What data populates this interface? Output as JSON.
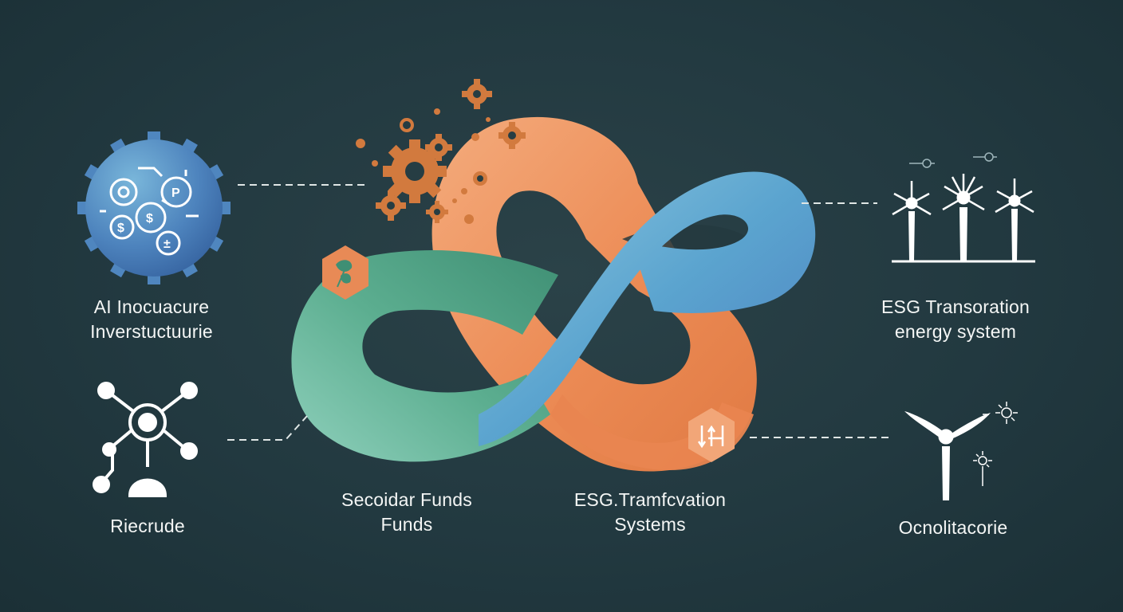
{
  "colors": {
    "background": "#223a40",
    "orange": "#eb8a55",
    "blue": "#5b9bd0",
    "green": "#57a98a",
    "gear_orange": "#d27a3e",
    "line": "#dfe6e5"
  },
  "nodes": [
    {
      "id": "ai-infrastructure",
      "lines": [
        "AI Inocuacure",
        "Inverstuctuurie"
      ],
      "icon": "gear-network-icon"
    },
    {
      "id": "riecrude",
      "lines": [
        "Riecrude"
      ],
      "icon": "network-hub-icon"
    },
    {
      "id": "secondary-funds",
      "lines": [
        "Secoidar Funds",
        "Funds"
      ],
      "icon": "hexagon-leaf-icon"
    },
    {
      "id": "esg-transformation",
      "lines": [
        "ESG.Tramfcvation",
        "Systems"
      ],
      "icon": "hexagon-arrows-icon"
    },
    {
      "id": "esg-transoration",
      "lines": [
        "ESG Transoration",
        "energy system"
      ],
      "icon": "wind-turbines-icon"
    },
    {
      "id": "ocnolitacorie",
      "lines": [
        "Ocnolitacorie"
      ],
      "icon": "single-turbine-icon"
    }
  ]
}
